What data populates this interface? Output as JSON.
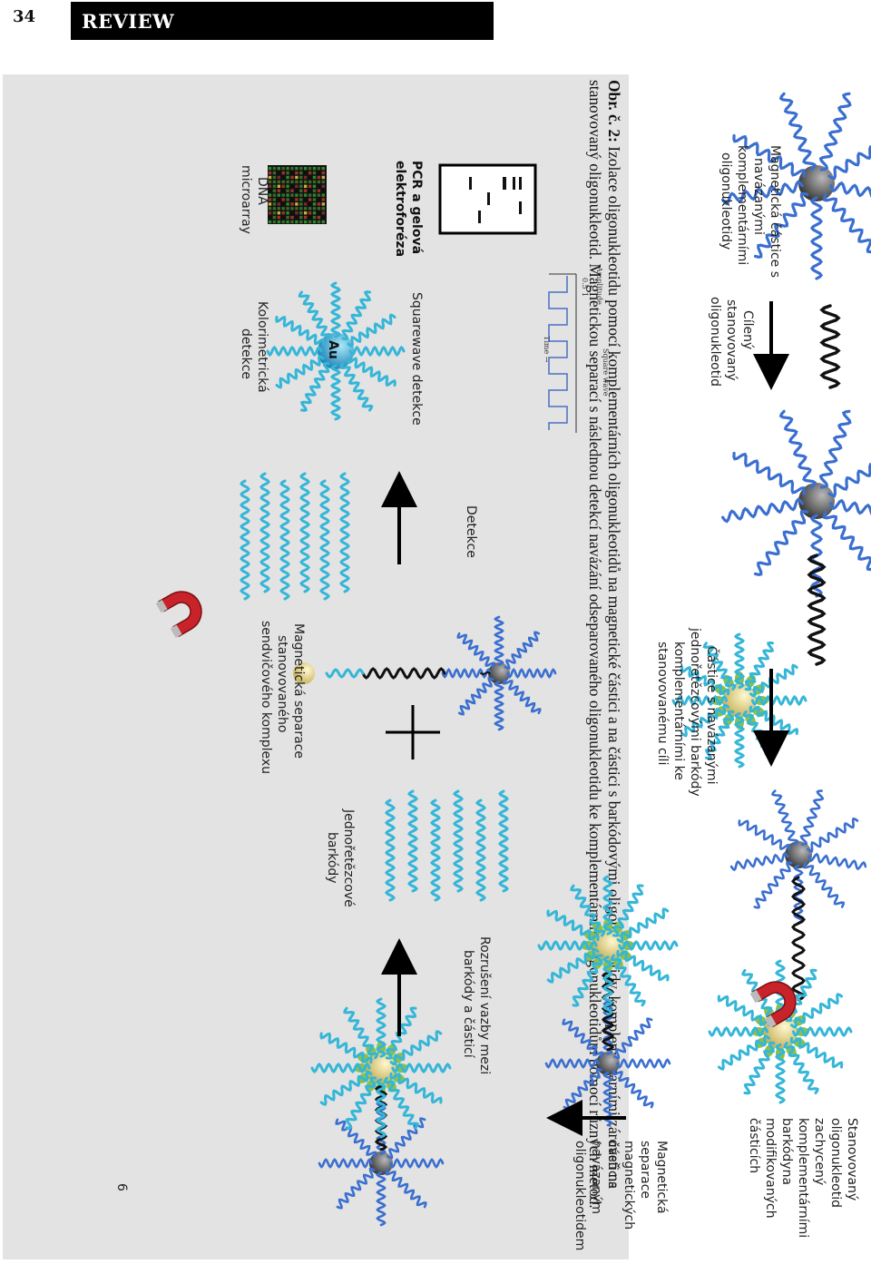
{
  "page": {
    "number": "34",
    "section": "REVIEW"
  },
  "figure": {
    "labels": {
      "l1": [
        "Magnetická částice s",
        "navázanými",
        "komplementárními",
        "oligonukleotidy"
      ],
      "l2": [
        "Cílený",
        "stanovovaný",
        "oligonukleotid"
      ],
      "l3": [
        "Částice s navázanými",
        "jednořetězcovými barkódy",
        "komplementárními ke",
        "stanovovanému cíli"
      ],
      "l4": [
        "Stanovovaný",
        "oligonukleotid",
        "zachycený",
        "komplementárními",
        "barkódyna",
        "modifikovaných",
        "částicích"
      ],
      "l5": [
        "Magnetická",
        "separace",
        "magnetických",
        "částic s",
        "navázaným",
        "oligonukleotidem"
      ],
      "l6": [
        "Rozrušení vazby mezi",
        "barkódy a částicí"
      ],
      "l7": [
        "Jednořetězcové",
        "barkódy"
      ],
      "l8": [
        "Magnetická separace",
        "stanovovaného",
        "sendvičového komplexu"
      ],
      "l9": [
        "Detekce"
      ],
      "l10": [
        "PCR a gelová",
        "elektroforéza"
      ],
      "l11": [
        "DNA",
        "microarray"
      ],
      "l12": [
        "Squarewave detekce"
      ],
      "l13": [
        "Kolorimetrická",
        "detekce"
      ],
      "au": "Au",
      "plot_amplitude": "Amplitude",
      "plot_time": "Time →",
      "plot_title": "Square wave",
      "plot_tick_05": "0.5",
      "plot_tick_1": "1",
      "page_mark": "6"
    }
  },
  "caption": {
    "label": "Obr. č. 2:",
    "text": " Izolace oligonukleotidu pomocí komplementárních oligonukleotidů na magnetické částici a na částici s barkódovými oligonukleotidy, komplementárními zároveň na stanovovaný oligonukleotid. Magnetickou separací s následnou detekcí navázání odseparovaného oligonukleotidu ke komplementárním oligonukleotidům pomocí různých metod."
  },
  "colors": {
    "blue": "#3a6fd0",
    "cyan": "#35b6d8",
    "gray_bead": "#555555",
    "gold_bead": "#e6d488",
    "green_tag": "#8cc045",
    "magnet_red": "#c8232a"
  }
}
